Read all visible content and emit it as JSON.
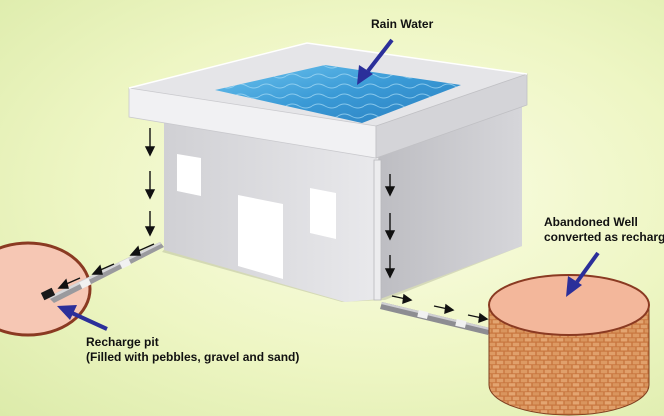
{
  "labels": {
    "rain_water": "Rain Water",
    "abandoned_well_line1": "Abandoned Well",
    "abandoned_well_line2": "converted as recharg",
    "recharge_pit_line1": "Recharge pit",
    "recharge_pit_line2": "(Filled with pebbles, gravel and sand)"
  },
  "colors": {
    "background": "#eef6c4",
    "water": "#3f9fd8",
    "house_wall": "#dcdcdf",
    "pit_fill": "#f6c7b4",
    "pit_border": "#8a3a22",
    "brick": "#c8763f",
    "pointer_arrow": "#2b2f9a",
    "flow_arrow": "#111111"
  }
}
